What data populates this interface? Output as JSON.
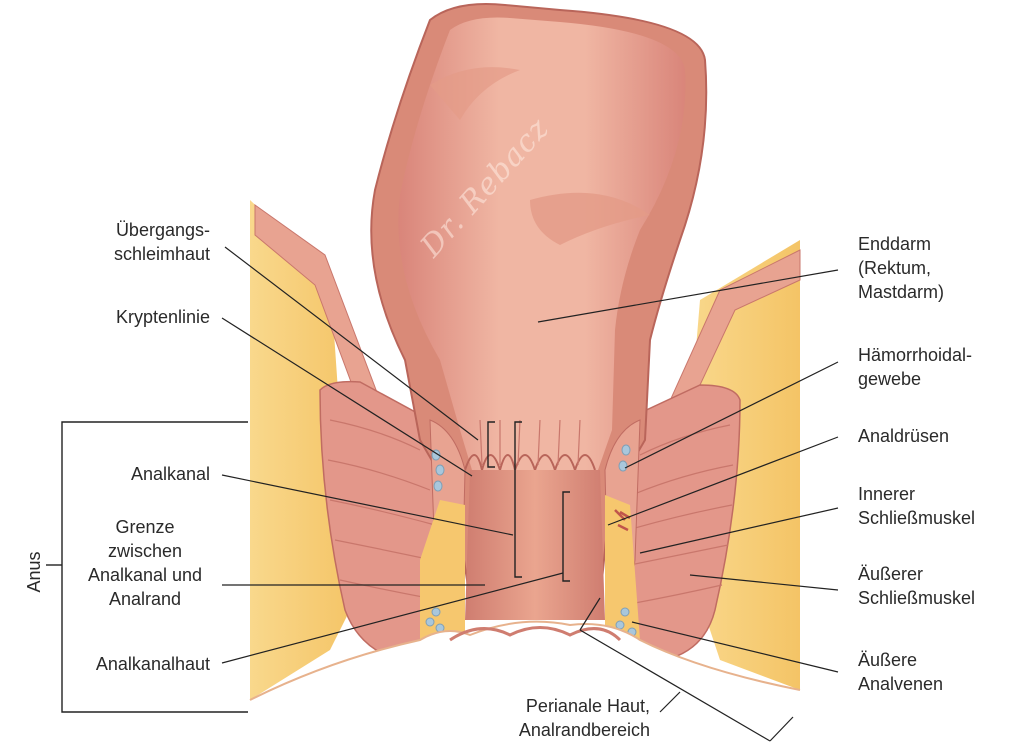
{
  "labels": {
    "uebergang": "Übergangs-\nschleimhaut",
    "krypten": "Kryptenlinie",
    "analkanal": "Analkanal",
    "grenze": "Grenze\nzwischen\nAnalkanal und\nAnalrand",
    "analkanalhaut": "Analkanalhaut",
    "anus": "Anus",
    "perianal": "Perianale Haut,\nAnalrandbereich",
    "enddarm": "Enddarm\n(Rektum,\nMastdarm)",
    "haemorrhoidal": "Hämorrhoidal-\ngewebe",
    "analdruesen": "Analdrüsen",
    "innerer": "Innerer\nSchließmuskel",
    "aeusserer": "Äußerer\nSchließmuskel",
    "analvenen": "Äußere\nAnalvenen"
  },
  "watermark": "Dr. Rebacz",
  "colors": {
    "fat": "#f7cf7c",
    "fat_edge": "#f2b950",
    "muscle": "#e2968a",
    "muscle_dark": "#c9776c",
    "lumen": "#eba996",
    "lumen_light": "#f3bca9",
    "wall": "#d98a78",
    "vein": "#a9c7dc",
    "line": "#222222"
  }
}
